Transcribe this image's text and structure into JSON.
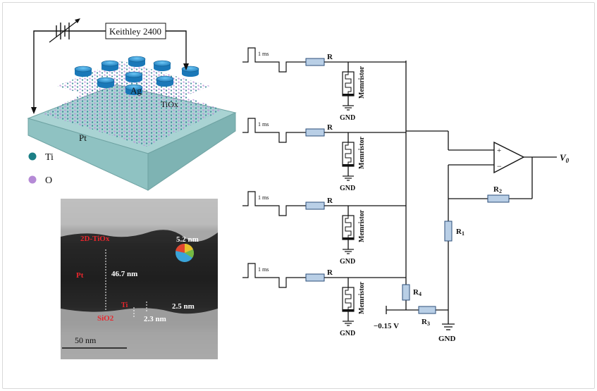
{
  "colors": {
    "wire": "#111111",
    "resistor_fill": "#b9cfe6",
    "resistor_stroke": "#2b4e78",
    "substrate": "#a9d3d3",
    "electrode": "#2a8fd0",
    "ti_atom": "#1b7f86",
    "o_atom": "#b58ad6",
    "tem_red": "#e8262c"
  },
  "device": {
    "instrument_label": "Keithley 2400",
    "ag_label": "Ag",
    "tiox_label": "TiOx",
    "pt_label": "Pt",
    "legend": [
      {
        "label": "Ti",
        "color_key": "ti_atom",
        "icon": "ti-atom-icon"
      },
      {
        "label": "O",
        "color_key": "o_atom",
        "icon": "o-atom-icon"
      }
    ]
  },
  "tem": {
    "layer_2d_tiox": "2D-TiOx",
    "pt_label": "Pt",
    "ti_label": "Ti",
    "sio2_label": "SiO2",
    "thickness_top": "5.2 nm",
    "thickness_pt": "46.7 nm",
    "thickness_ti": "2.5 nm",
    "thickness_bottom": "2.3 nm",
    "scale_bar": "50 nm"
  },
  "circuit": {
    "branches": [
      {
        "pulse": "1 ms",
        "resistor": "R",
        "memristor": "Memristor",
        "ground": "GND"
      },
      {
        "pulse": "1 ms",
        "resistor": "R",
        "memristor": "Memristor",
        "ground": "GND"
      },
      {
        "pulse": "1 ms",
        "resistor": "R",
        "memristor": "Memristor",
        "ground": "GND"
      },
      {
        "pulse": "1 ms",
        "resistor": "R",
        "memristor": "Memristor",
        "ground": "GND"
      }
    ],
    "opamp_plus": "+",
    "opamp_minus": "−",
    "output": "V",
    "output_sub": "0",
    "r1": "R",
    "r1_sub": "1",
    "r2": "R",
    "r2_sub": "2",
    "r3": "R",
    "r3_sub": "3",
    "r4": "R",
    "r4_sub": "4",
    "bias": "−0.15 V",
    "ground": "GND"
  }
}
